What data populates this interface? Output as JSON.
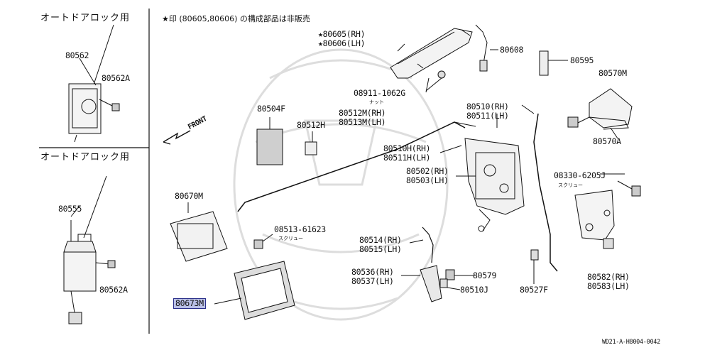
{
  "notes": {
    "title_note": "★印 (80605,80606) の構成部品は非販売",
    "left_header_top": "オートドアロック用",
    "left_header_bottom": "オートドアロック用",
    "front": "FRONT",
    "nut": "ナット",
    "screw": "スクリュー",
    "code": "WD21-A-H8004-0042"
  },
  "labels": {
    "p80562": "80562",
    "p80562A_top": "80562A",
    "p80555": "80555",
    "p80562A_bot": "80562A",
    "p80605": "★80605(RH)",
    "p80606": "★80606(LH)",
    "p80608": "80608",
    "p80595": "80595",
    "p80570M": "80570M",
    "p08911": "08911-1062G",
    "p80504F": "80504F",
    "p80512M": "80512M(RH)",
    "p80513M": "80513M(LH)",
    "p80512H": "80512H",
    "p80510": "80510(RH)",
    "p80511": "80511(LH)",
    "p80570A": "80570A",
    "p80510H": "80510H(RH)",
    "p80511H": "80511H(LH)",
    "p80502": "80502(RH)",
    "p80503": "80503(LH)",
    "p08330": "08330-6205J",
    "p80670M": "80670M",
    "p08513": "08513-61623",
    "p80514": "80514(RH)",
    "p80515": "80515(LH)",
    "p80536": "80536(RH)",
    "p80537": "80537(LH)",
    "p80579": "80579",
    "p80510J": "80510J",
    "p80527F": "80527F",
    "p80582": "80582(RH)",
    "p80583": "80583(LH)",
    "p80673M": "80673M"
  }
}
